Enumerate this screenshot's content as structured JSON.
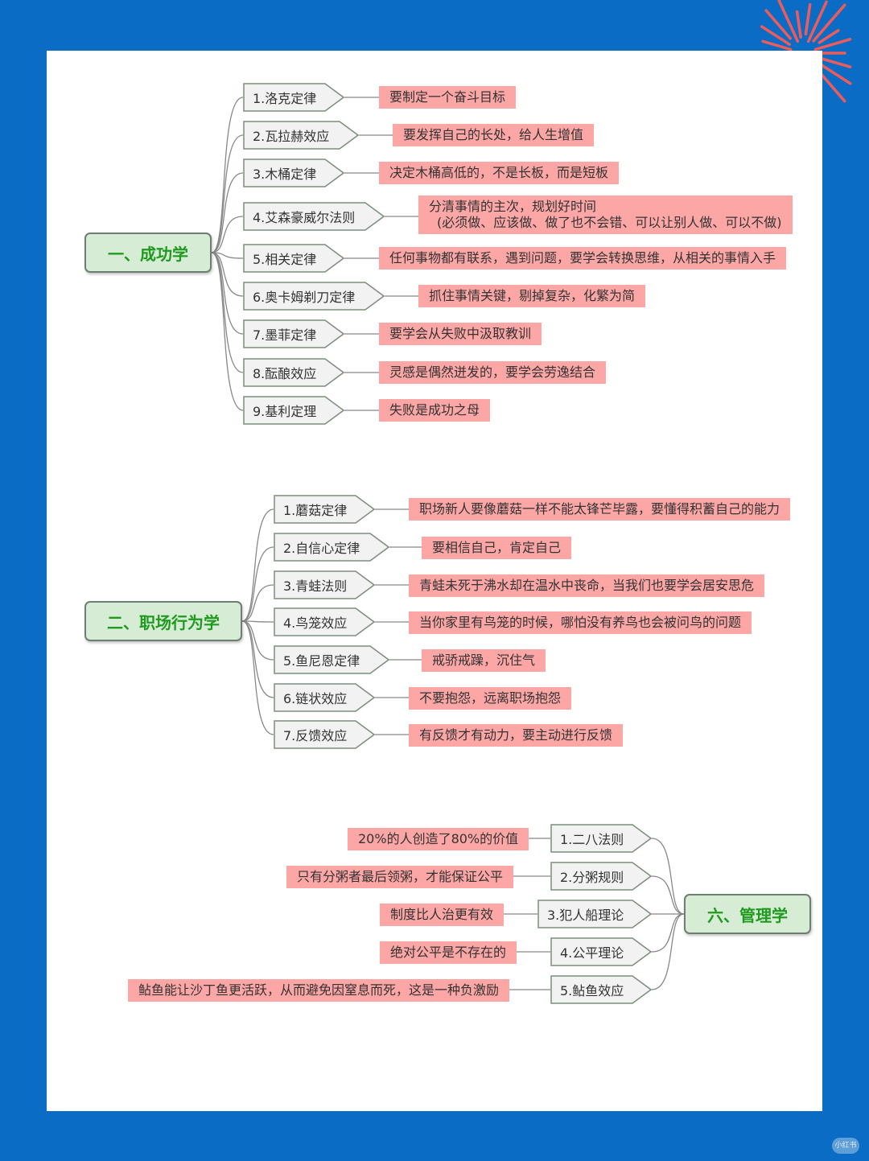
{
  "colors": {
    "background": "#0a6cc4",
    "card": "#ffffff",
    "root_fill": "#d6ecd5",
    "root_text": "#1f9a1f",
    "desc_fill": "#fca6a6",
    "law_fill": "#f2f2f2",
    "connector": "#888888",
    "firework": "#ee5b5b"
  },
  "icons": {
    "decoration": "firework-icon"
  },
  "watermark": "小红书",
  "sections": [
    {
      "title": "一、成功学",
      "items": [
        {
          "law": "1.洛克定律",
          "desc": "要制定一个奋斗目标"
        },
        {
          "law": "2.瓦拉赫效应",
          "desc": "要发挥自己的长处，给人生增值"
        },
        {
          "law": "3.木桶定律",
          "desc": "决定木桶高低的，不是长板，而是短板"
        },
        {
          "law": "4.艾森豪威尔法则",
          "desc": "分清事情的主次，规划好时间",
          "desc2": "(必须做、应该做、做了也不会错、可以让别人做、可以不做)"
        },
        {
          "law": "5.相关定律",
          "desc": "任何事物都有联系，遇到问题，要学会转换思维，从相关的事情入手"
        },
        {
          "law": "6.奥卡姆剃刀定律",
          "desc": "抓住事情关键，剔掉复杂，化繁为简"
        },
        {
          "law": "7.墨菲定律",
          "desc": "要学会从失败中汲取教训"
        },
        {
          "law": "8.酝酿效应",
          "desc": "灵感是偶然迸发的，要学会劳逸结合"
        },
        {
          "law": "9.基利定理",
          "desc": "失败是成功之母"
        }
      ]
    },
    {
      "title": "二、职场行为学",
      "items": [
        {
          "law": "1.蘑菇定律",
          "desc": "职场新人要像蘑菇一样不能太锋芒毕露，要懂得积蓄自己的能力"
        },
        {
          "law": "2.自信心定律",
          "desc": "要相信自己，肯定自己"
        },
        {
          "law": "3.青蛙法则",
          "desc": "青蛙未死于沸水却在温水中丧命，当我们也要学会居安思危"
        },
        {
          "law": "4.鸟笼效应",
          "desc": "当你家里有鸟笼的时候，哪怕没有养鸟也会被问鸟的问题"
        },
        {
          "law": "5.鱼尼恩定律",
          "desc": "戒骄戒躁，沉住气"
        },
        {
          "law": "6.链状效应",
          "desc": "不要抱怨，远离职场抱怨"
        },
        {
          "law": "7.反馈效应",
          "desc": "有反馈才有动力，要主动进行反馈"
        }
      ]
    },
    {
      "title": "六、管理学",
      "items": [
        {
          "law": "1.二八法则",
          "desc": "20%的人创造了80%的价值"
        },
        {
          "law": "2.分粥规则",
          "desc": "只有分粥者最后领粥，才能保证公平"
        },
        {
          "law": "3.犯人船理论",
          "desc": "制度比人治更有效"
        },
        {
          "law": "4.公平理论",
          "desc": "绝对公平是不存在的"
        },
        {
          "law": "5.鲇鱼效应",
          "desc": "鲇鱼能让沙丁鱼更活跃，从而避免因窒息而死，这是一种负激励"
        }
      ]
    }
  ]
}
